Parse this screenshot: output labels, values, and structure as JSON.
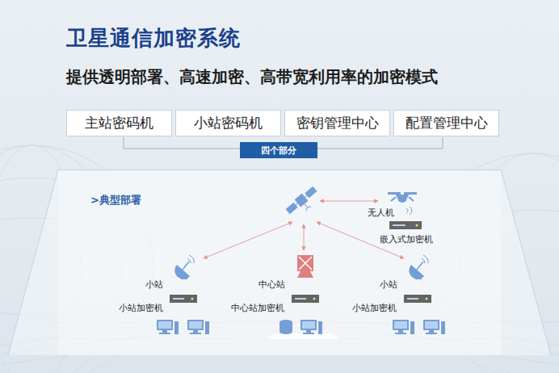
{
  "diagram": {
    "title": "卫星通信加密系统",
    "nodes": [
      {
        "text": [
          "主站密码机"
        ]
      },
      {
        "text": [
          "小站密码机"
        ]
      },
      {
        "text": [
          "密钥管理中心"
        ]
      },
      {
        "text": [
          "配置管理中心"
        ]
      },
      {
        "text": [
          "四个部分"
        ]
      },
      {
        "text": [
          ">典型部署"
        ]
      }
    ],
    "labels": [
      "提供透明部署、高速加密、高带宽利用率的加密模式",
      "无人机",
      "嵌入式加密机",
      "小站",
      "小站加密机",
      "中心站",
      "中心站加密机",
      "小站",
      "小站加密机"
    ]
  }
}
